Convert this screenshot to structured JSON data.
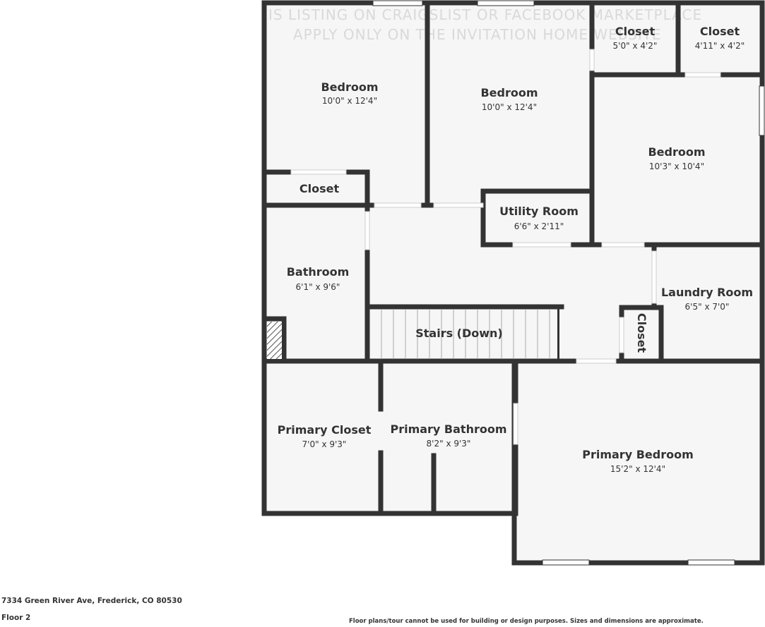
{
  "watermark": {
    "line1": "IS LISTING ON CRAIGSLIST OR FACEBOOK MARKETPLACE",
    "line2": "APPLY ONLY ON THE INVITATION HOME WEBSITE"
  },
  "rooms": {
    "bedroom_1": {
      "name": "Bedroom",
      "dim": "10'0\" x 12'4\""
    },
    "bedroom_2": {
      "name": "Bedroom",
      "dim": "10'0\" x 12'4\""
    },
    "closet_1": {
      "name": "Closet",
      "dim": "5'0\" x 4'2\""
    },
    "closet_2": {
      "name": "Closet",
      "dim": "4'11\" x 4'2\""
    },
    "bedroom_3": {
      "name": "Bedroom",
      "dim": "10'3\" x 10'4\""
    },
    "closet_3": {
      "name": "Closet"
    },
    "utility_room": {
      "name": "Utility Room",
      "dim": "6'6\" x 2'11\""
    },
    "bathroom": {
      "name": "Bathroom",
      "dim": "6'1\" x 9'6\""
    },
    "laundry_room": {
      "name": "Laundry Room",
      "dim": "6'5\" x 7'0\""
    },
    "stairs": {
      "name": "Stairs (Down)"
    },
    "closet_4": {
      "name": "Closet"
    },
    "primary_closet": {
      "name": "Primary Closet",
      "dim": "7'0\" x 9'3\""
    },
    "primary_bathroom": {
      "name": "Primary Bathroom",
      "dim": "8'2\" x 9'3\""
    },
    "primary_bedroom": {
      "name": "Primary Bedroom",
      "dim": "15'2\" x 12'4\""
    }
  },
  "footer": {
    "address": "7334 Green River Ave, Frederick, CO 80530",
    "floor": "Floor 2",
    "disclaimer": "Floor plans/tour cannot be used for building or design purposes. Sizes and dimensions are approximate."
  },
  "colors": {
    "wall": "#333333",
    "floor": "#f6f6f6",
    "text": "#333333",
    "watermark": "#d9d9d9"
  }
}
